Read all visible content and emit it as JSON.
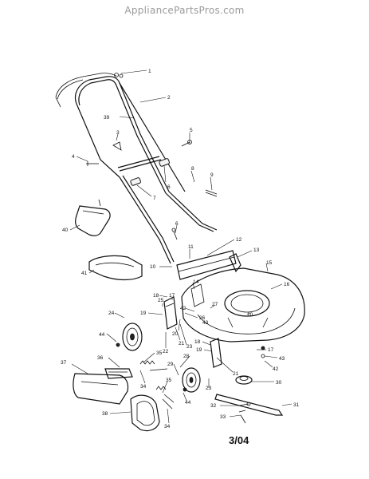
{
  "header": {
    "watermark": "AppliancePartsPros.com"
  },
  "footer": {
    "page_code": "3/04"
  },
  "callouts": [
    {
      "key": "c1",
      "text": "1"
    },
    {
      "key": "c2",
      "text": "2"
    },
    {
      "key": "c39",
      "text": "39"
    },
    {
      "key": "c3",
      "text": "3"
    },
    {
      "key": "c5",
      "text": "5"
    },
    {
      "key": "c4",
      "text": "4"
    },
    {
      "key": "c8",
      "text": "8"
    },
    {
      "key": "c9",
      "text": "9"
    },
    {
      "key": "c6a",
      "text": "6"
    },
    {
      "key": "c7",
      "text": "7"
    },
    {
      "key": "c40",
      "text": "40"
    },
    {
      "key": "c6b",
      "text": "6"
    },
    {
      "key": "c11",
      "text": "11"
    },
    {
      "key": "c12",
      "text": "12"
    },
    {
      "key": "c13",
      "text": "13"
    },
    {
      "key": "c10a",
      "text": "10"
    },
    {
      "key": "c41",
      "text": "41"
    },
    {
      "key": "c15",
      "text": "15"
    },
    {
      "key": "c16",
      "text": "16"
    },
    {
      "key": "c14",
      "text": "14"
    },
    {
      "key": "c18a",
      "text": "18"
    },
    {
      "key": "c25",
      "text": "25"
    },
    {
      "key": "c17a",
      "text": "17"
    },
    {
      "key": "c19a",
      "text": "19"
    },
    {
      "key": "c27",
      "text": "27"
    },
    {
      "key": "c24",
      "text": "24"
    },
    {
      "key": "c20",
      "text": "20"
    },
    {
      "key": "c26",
      "text": "26"
    },
    {
      "key": "c42a",
      "text": "42"
    },
    {
      "key": "c43a",
      "text": "43"
    },
    {
      "key": "c10b",
      "text": "10"
    },
    {
      "key": "c21a",
      "text": "21"
    },
    {
      "key": "c44a",
      "text": "44"
    },
    {
      "key": "c22",
      "text": "22"
    },
    {
      "key": "c23a",
      "text": "23"
    },
    {
      "key": "c18b",
      "text": "18"
    },
    {
      "key": "c19b",
      "text": "19"
    },
    {
      "key": "c17b",
      "text": "17"
    },
    {
      "key": "c43b",
      "text": "43"
    },
    {
      "key": "c42b",
      "text": "42"
    },
    {
      "key": "c36",
      "text": "36"
    },
    {
      "key": "c35a",
      "text": "35"
    },
    {
      "key": "c28",
      "text": "28"
    },
    {
      "key": "c29",
      "text": "29"
    },
    {
      "key": "c37",
      "text": "37"
    },
    {
      "key": "c34a",
      "text": "34"
    },
    {
      "key": "c21b",
      "text": "21"
    },
    {
      "key": "c30",
      "text": "30"
    },
    {
      "key": "c23b",
      "text": "23"
    },
    {
      "key": "c35b",
      "text": "35"
    },
    {
      "key": "c44b",
      "text": "44"
    },
    {
      "key": "c31",
      "text": "31"
    },
    {
      "key": "c38",
      "text": "38"
    },
    {
      "key": "c32",
      "text": "32"
    },
    {
      "key": "c33",
      "text": "33"
    },
    {
      "key": "c34b",
      "text": "34"
    }
  ]
}
